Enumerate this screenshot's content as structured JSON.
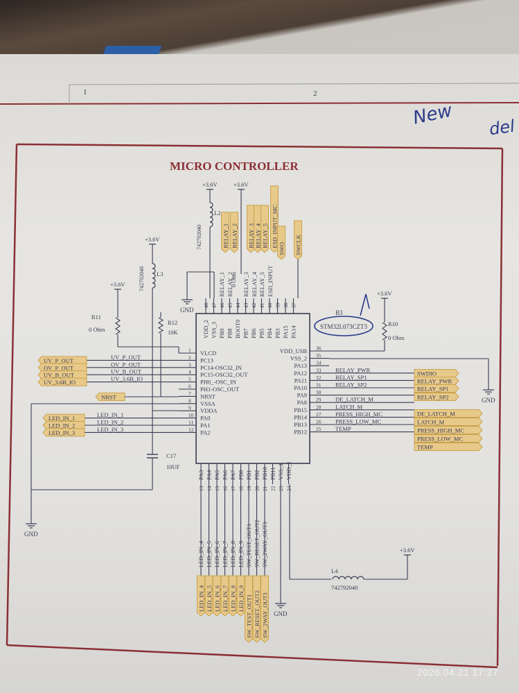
{
  "title": "MICRO CONTROLLER",
  "zone_labels": [
    "1",
    "2"
  ],
  "handwriting": {
    "word1": "New",
    "word2": "del"
  },
  "timestamp": "2026.04.21 17:27",
  "chip": {
    "ref": "B3",
    "part": "STM32L073CZT3",
    "left_pins": [
      {
        "num": "1",
        "name": "VLCD"
      },
      {
        "num": "2",
        "name": "PC13"
      },
      {
        "num": "3",
        "name": "PC14-OSC32_IN"
      },
      {
        "num": "4",
        "name": "PC15-OSC32_OUT"
      },
      {
        "num": "5",
        "name": "PH0_-OSC_IN"
      },
      {
        "num": "6",
        "name": "PH1-OSC_OUT"
      },
      {
        "num": "7",
        "name": "NRST"
      },
      {
        "num": "8",
        "name": "VSSA"
      },
      {
        "num": "9",
        "name": "VDDA"
      },
      {
        "num": "10",
        "name": "PA0"
      },
      {
        "num": "11",
        "name": "PA1"
      },
      {
        "num": "12",
        "name": "PA2"
      }
    ],
    "right_pins": [
      {
        "num": "36",
        "name": "VDD_USB"
      },
      {
        "num": "35",
        "name": "VSS_2"
      },
      {
        "num": "34",
        "name": "PA13"
      },
      {
        "num": "33",
        "name": "PA12"
      },
      {
        "num": "32",
        "name": "PA11"
      },
      {
        "num": "31",
        "name": "PA10"
      },
      {
        "num": "30",
        "name": "PA9"
      },
      {
        "num": "29",
        "name": "PA8"
      },
      {
        "num": "28",
        "name": "PB15"
      },
      {
        "num": "27",
        "name": "PB14"
      },
      {
        "num": "26",
        "name": "PB13"
      },
      {
        "num": "25",
        "name": "PB12"
      }
    ],
    "top_pins": [
      {
        "num": "48",
        "name": "VDD_2"
      },
      {
        "num": "47",
        "name": "VSS_3"
      },
      {
        "num": "46",
        "name": "PB9"
      },
      {
        "num": "45",
        "name": "PB8"
      },
      {
        "num": "44",
        "name": "BOOT0"
      },
      {
        "num": "43",
        "name": "PB7"
      },
      {
        "num": "42",
        "name": "PB6"
      },
      {
        "num": "41",
        "name": "PB5"
      },
      {
        "num": "40",
        "name": "PB4"
      },
      {
        "num": "39",
        "name": "PB3"
      },
      {
        "num": "38",
        "name": "PA15"
      },
      {
        "num": "37",
        "name": "PA14"
      }
    ],
    "bottom_pins": [
      {
        "num": "13",
        "name": "PA3"
      },
      {
        "num": "14",
        "name": "PA4"
      },
      {
        "num": "15",
        "name": "PA5"
      },
      {
        "num": "16",
        "name": "PA6"
      },
      {
        "num": "17",
        "name": "PA7"
      },
      {
        "num": "18",
        "name": "PB0"
      },
      {
        "num": "19",
        "name": "PB1"
      },
      {
        "num": "20",
        "name": "PB2"
      },
      {
        "num": "21",
        "name": "PB10"
      },
      {
        "num": "22",
        "name": "PB11"
      },
      {
        "num": "23",
        "name": "VSS_1"
      },
      {
        "num": "24",
        "name": "VDD_1"
      }
    ]
  },
  "left_nets": [
    "UV_P_OUT",
    "OV_P_OUT",
    "UV_B_OUT",
    "UV_3.6B_IO"
  ],
  "left_ports": [
    "UV_P_OUT",
    "OV_P_OUT",
    "UV_B_OUT",
    "UV_3.6B_IO"
  ],
  "nrst_port": "NRST",
  "led_nets": [
    "LED_IN_1",
    "LED_IN_2",
    "LED_IN_3"
  ],
  "led_ports": [
    "LED_IN_1",
    "LED_IN_2",
    "LED_IN_3"
  ],
  "right_nets": [
    "RELAY_PWR",
    "RELAY_SP1",
    "RELAY_SP2",
    "",
    "DE_LATCH_M",
    "LATCH_M",
    "PRESS_HIGH_MC",
    "PRESS_LOW_MC",
    "TEMP"
  ],
  "right_ports": [
    "SWDIO",
    "RELAY_PWR",
    "RELAY_SP1",
    "RELAY_SP2",
    "DE_LATCH_M",
    "LATCH_M",
    "PRESS_HIGH_MC",
    "PRESS_LOW_MC",
    "TEMP"
  ],
  "top_nets": [
    "RELAY_1",
    "RELAY_2",
    "",
    "RELAY_3",
    "RELAY_4",
    "RELAY_5",
    "ESD_INPUT"
  ],
  "top_ports": [
    "RELAY_1",
    "RELAY_2",
    "RELAY_3",
    "RELAY_4",
    "RELAY_5",
    "ESD_INPUT_MC",
    "SWO",
    "SWCLK"
  ],
  "boot_res": "0 Ohm",
  "bottom_nets": [
    "LED_IN_4",
    "LED_IN_5",
    "LED_IN_6",
    "LED_IN_7",
    "LED_IN_8",
    "LED_IN_9",
    "SW_TEST_OUT1",
    "SW_RESET_OUT2",
    "SW_2WAY_OUT3"
  ],
  "bottom_ports": [
    "LED_IN_4",
    "LED_IN_5",
    "LED_IN_6",
    "LED_IN_7",
    "LED_IN_8",
    "LED_IN_9",
    "SW_TEST_OUT1",
    "SW_RESET_OUT2",
    "SW_2WAY_OUT3"
  ],
  "components": {
    "L2": {
      "ref": "L2",
      "value": "742792040"
    },
    "L3": {
      "ref": "L3",
      "value": "742792040"
    },
    "L4": {
      "ref": "L4",
      "value": "742792040"
    },
    "R11": {
      "ref": "R11",
      "value": "0 Ohm"
    },
    "R12": {
      "ref": "R12",
      "value": "10K"
    },
    "R10": {
      "ref": "R10",
      "value": "0 Ohm"
    },
    "C17": {
      "ref": "C17",
      "value": "10UF"
    }
  },
  "power": "+3.6V",
  "ground": "GND",
  "colors": {
    "ink": "#3a3a52",
    "frame": "#8a2f35",
    "port_fill": "#e7c98a",
    "port_stroke": "#c9a24b"
  }
}
